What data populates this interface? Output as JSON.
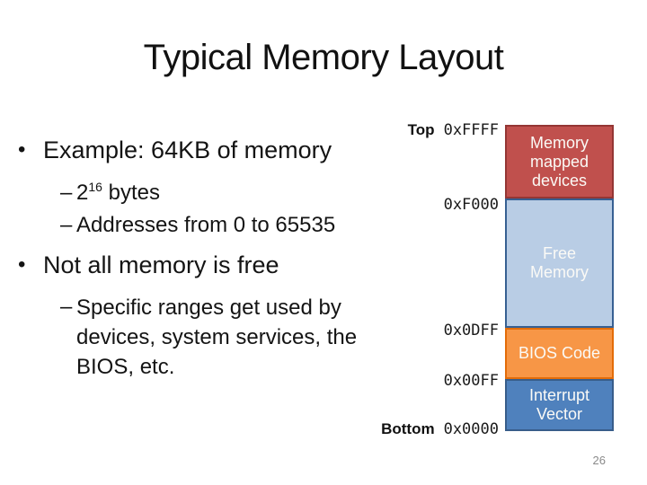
{
  "slide": {
    "title": "Typical Memory Layout",
    "page_number": "26"
  },
  "glyphs": {
    "bullet": "•",
    "dash": "–"
  },
  "bullets": {
    "b1": "Example: 64KB of memory",
    "sub1": {
      "base": "2",
      "exp": "16",
      "rest": " bytes"
    },
    "sub2": "Addresses from 0 to 65535",
    "b2": "Not all memory is free",
    "sub3_lines": [
      "Specific ranges get used by",
      "devices, system services, the",
      "BIOS, etc."
    ]
  },
  "diagram": {
    "top_label": "Top",
    "bottom_label": "Bottom",
    "addresses": {
      "top": "0xFFFF",
      "f000": "0xF000",
      "dff": "0x0DFF",
      "ff": "0x00FF",
      "zero": "0x0000"
    },
    "regions": [
      {
        "label": "Memory mapped devices",
        "fill": "#C0504D",
        "border": "#943634"
      },
      {
        "label": "Free Memory",
        "fill": "#B9CDE5",
        "border": "#376092"
      },
      {
        "label": "BIOS Code",
        "fill": "#F79646",
        "border": "#E36C09"
      },
      {
        "label": "Interrupt Vector",
        "fill": "#4F81BD",
        "border": "#385D8A"
      }
    ]
  }
}
